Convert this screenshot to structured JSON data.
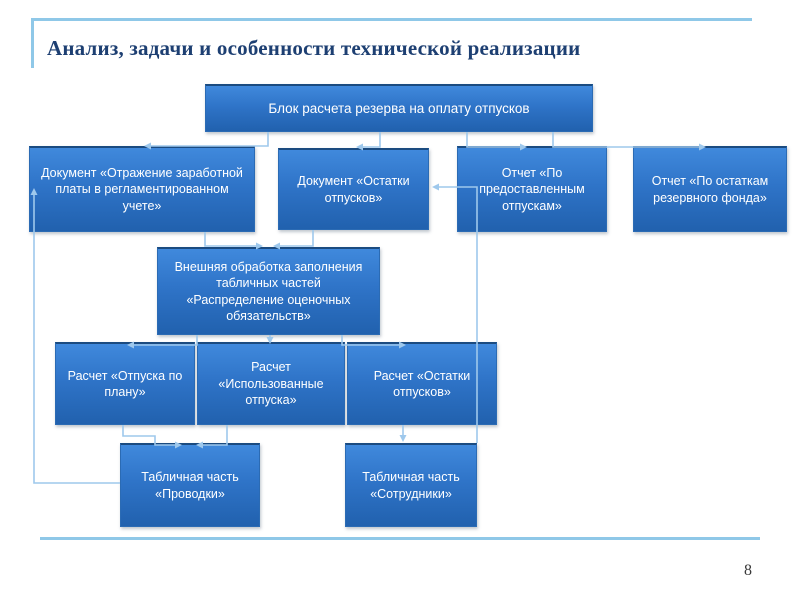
{
  "slide": {
    "title": "Анализ, задачи и особенности технической реализации",
    "page_number": "8"
  },
  "colors": {
    "title_text": "#1d3f72",
    "frame_line": "#8fc8e8",
    "connector_line": "#9ec8ec",
    "node_fill_top": "#4089dc",
    "node_fill_bottom": "#2161ae",
    "node_border": "#1b4b80",
    "node_text": "#ffffff",
    "page_number_text": "#3a3a3a"
  },
  "diagram": {
    "nodes": {
      "reserve_block": {
        "label": "Блок расчета резерва на оплату отпусков"
      },
      "doc_salary": {
        "label": "Документ «Отражение заработной платы в регламентированном учете»"
      },
      "doc_leave_balance": {
        "label": "Документ «Остатки отпусков»"
      },
      "report_granted": {
        "label": "Отчет «По предоставленным отпускам»"
      },
      "report_reserve_fund": {
        "label": "Отчет «По остаткам резервного фонда»"
      },
      "external_processing": {
        "label": "Внешняя обработка заполнения табличных частей «Распределение оценочных обязательств»"
      },
      "calc_planned": {
        "label": "Расчет «Отпуска по плану»"
      },
      "calc_used": {
        "label": "Расчет «Использованные отпуска»"
      },
      "calc_balance": {
        "label": "Расчет «Остатки отпусков»"
      },
      "table_postings": {
        "label": "Табличная часть «Проводки»"
      },
      "table_employees": {
        "label": "Табличная часть «Сотрудники»"
      }
    }
  }
}
